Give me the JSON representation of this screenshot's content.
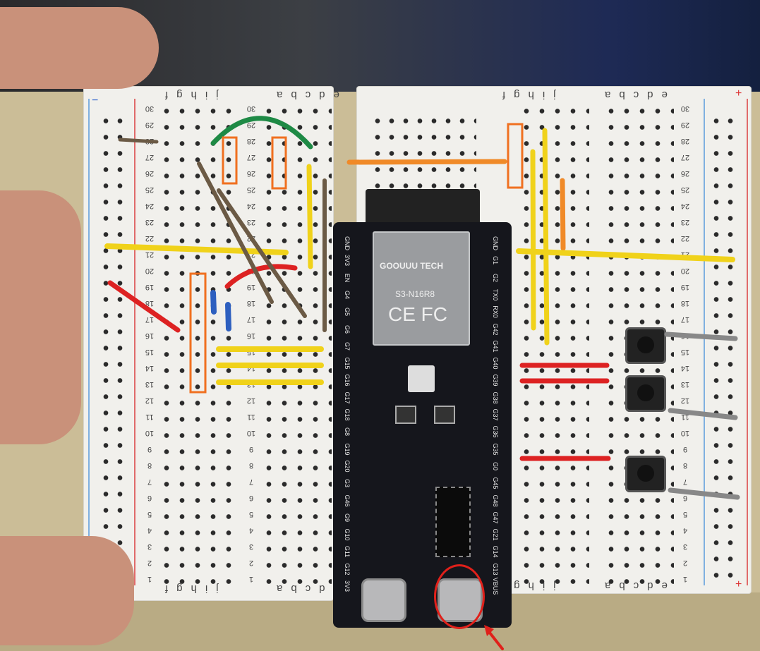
{
  "module": {
    "brand": "GOOUUU TECH",
    "model": "S3-N16R8",
    "cert": "CE FC"
  },
  "pins_left": [
    "GND",
    "3V3",
    "EN",
    "G4",
    "G5",
    "G6",
    "G7",
    "G15",
    "G16",
    "G17",
    "G18",
    "G8",
    "G19",
    "G20",
    "G3",
    "G46",
    "G9",
    "G10",
    "G11",
    "G12",
    "3V3"
  ],
  "pins_right": [
    "GND",
    "G1",
    "G2",
    "TX0",
    "RX0",
    "G42",
    "G41",
    "G40",
    "G39",
    "G38",
    "G37",
    "G36",
    "G35",
    "G0",
    "G45",
    "G48",
    "G47",
    "G21",
    "G14",
    "G13",
    "VBUS"
  ],
  "breadboard": {
    "cols_fj": "jihgf",
    "cols_ae": "edcba",
    "rows": [
      30,
      29,
      28,
      27,
      26,
      25,
      24,
      23,
      22,
      21,
      20,
      19,
      18,
      17,
      16,
      15,
      14,
      13,
      12,
      11,
      10,
      9,
      8,
      7,
      6,
      5,
      4,
      3,
      2,
      1
    ]
  },
  "rail_plus": "+",
  "rail_minus": "−"
}
